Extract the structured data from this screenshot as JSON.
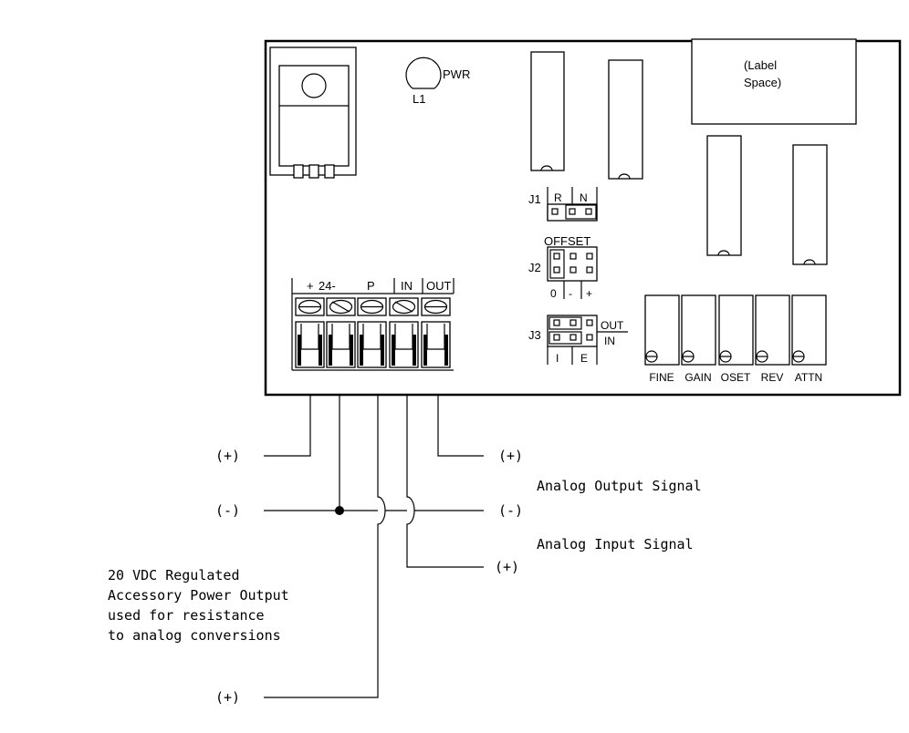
{
  "board": {
    "led": {
      "ref": "L1",
      "label": "PWR"
    },
    "label_space": {
      "line1": "(Label",
      "line2": "Space)"
    },
    "jumpers": {
      "j1": {
        "ref": "J1",
        "options": [
          "R",
          "N"
        ]
      },
      "j2": {
        "ref": "J2",
        "title": "OFFSET",
        "options": [
          "0",
          "-",
          "+"
        ]
      },
      "j3": {
        "ref": "J3",
        "options": [
          "I",
          "E"
        ],
        "side_top": "OUT",
        "side_bottom": "IN"
      }
    },
    "terminal_block": {
      "labels": [
        "+",
        "24-",
        "P",
        "IN",
        "OUT"
      ]
    },
    "potentiometers": [
      "FINE",
      "GAIN",
      "OSET",
      "REV",
      "ATTN"
    ]
  },
  "wiring": {
    "left": {
      "plus_top": "(+)",
      "minus": "(-)",
      "plus_bottom": "(+)"
    },
    "right": {
      "plus_top": "(+)",
      "minus": "(-)",
      "plus_bottom": "(+)"
    },
    "analog_output": "Analog Output Signal",
    "analog_input": "Analog Input Signal",
    "power_note": [
      "20 VDC Regulated",
      "Accessory Power Output",
      "used for resistance",
      "to analog conversions"
    ]
  }
}
